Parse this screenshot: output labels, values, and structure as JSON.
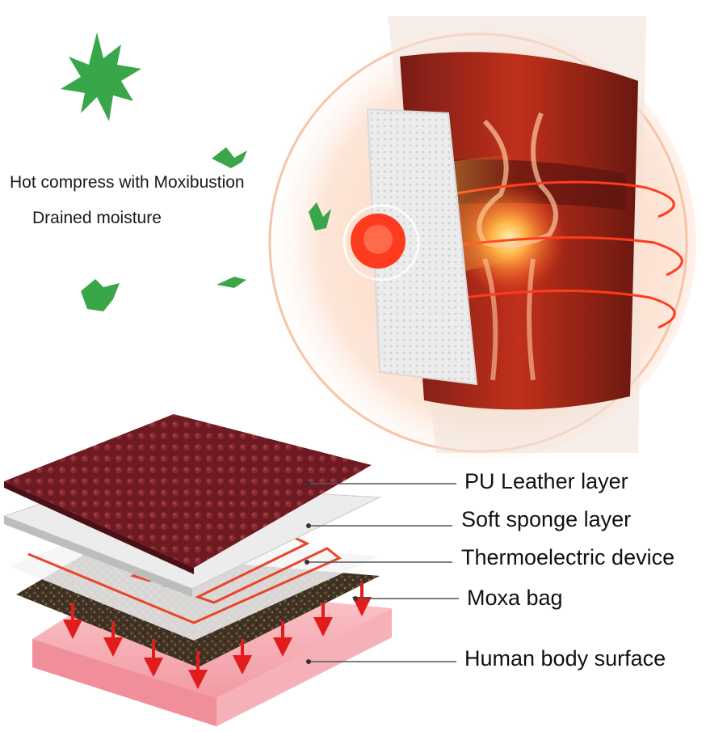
{
  "captions": {
    "line1": "Hot compress with Moxibustion",
    "line2": "Drained moisture"
  },
  "layers": [
    {
      "label": "PU Leather layer",
      "color": "#6e1a22"
    },
    {
      "label": "Soft sponge layer",
      "color": "#e6e6e6"
    },
    {
      "label": "Thermoelectric device",
      "color": "#e8452c"
    },
    {
      "label": "Moxa bag",
      "color": "#4a3a2a"
    },
    {
      "label": "Human body surface",
      "color": "#f6b6bc"
    }
  ],
  "colors": {
    "heat": "#ff3b1f",
    "leaf": "#3aa64a",
    "arrow": "#e21b1b"
  }
}
